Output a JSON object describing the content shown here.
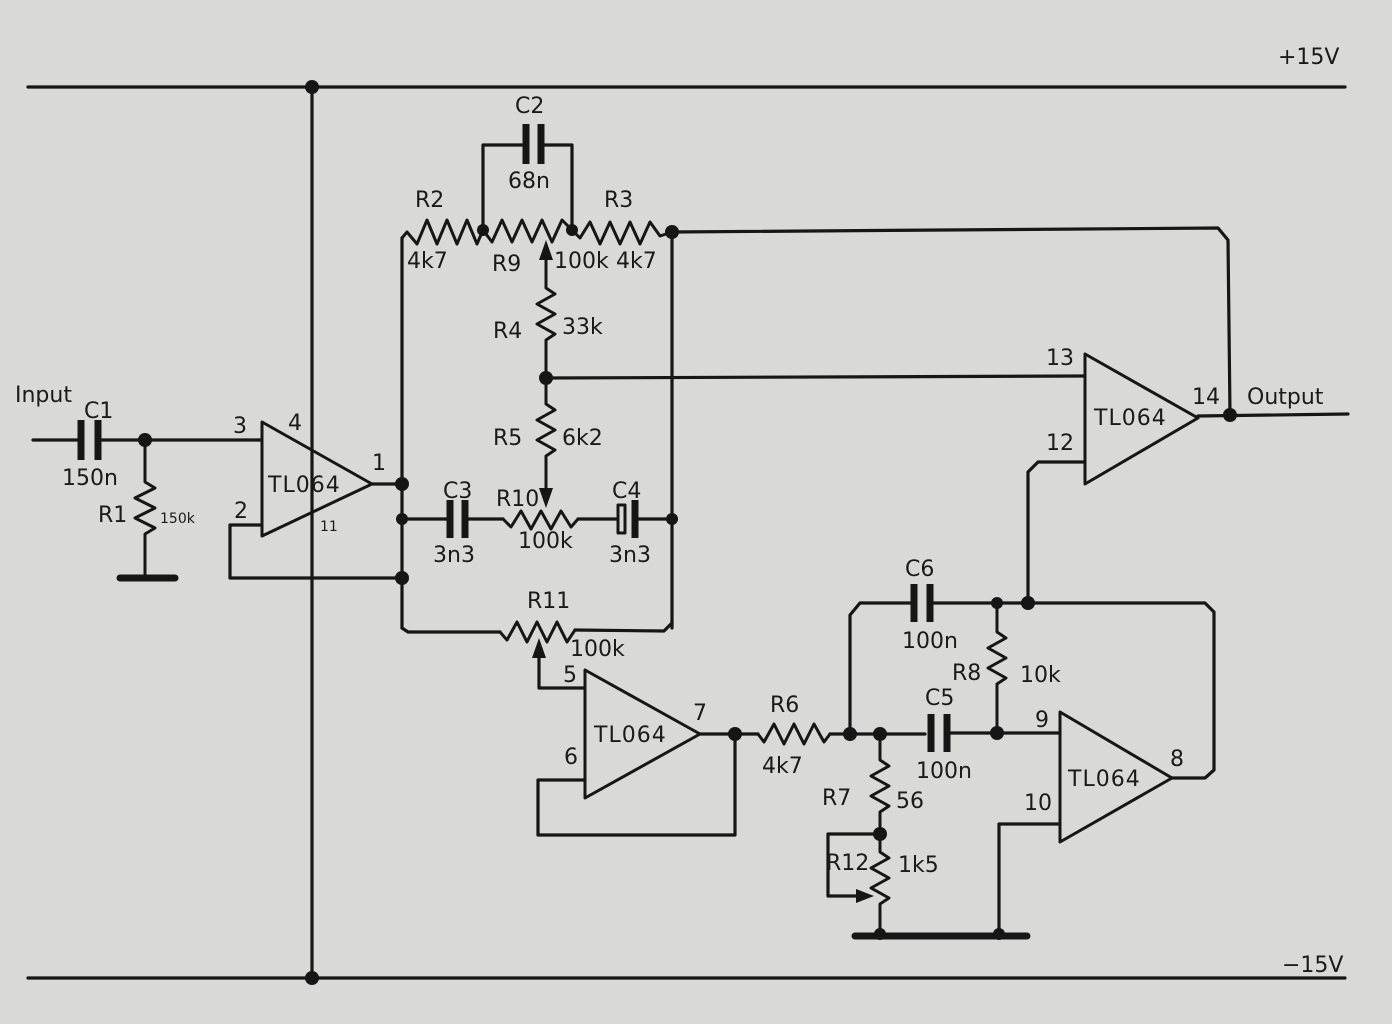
{
  "rails": {
    "positive": "+15V",
    "negative": "−15V"
  },
  "io": {
    "input": "Input",
    "output": "Output"
  },
  "opamps": [
    {
      "name": "TL064",
      "pins": {
        "in_plus": "3",
        "in_minus": "2",
        "out": "1",
        "vplus": "4",
        "vminus": "11"
      }
    },
    {
      "name": "TL064",
      "pins": {
        "in_plus": "13",
        "in_minus": "12",
        "out": "14"
      }
    },
    {
      "name": "TL064",
      "pins": {
        "in_plus": "5",
        "in_minus": "6",
        "out": "7"
      }
    },
    {
      "name": "TL064",
      "pins": {
        "in_plus": "9",
        "in_minus": "10",
        "out": "8"
      }
    }
  ],
  "components": {
    "C1": {
      "ref": "C1",
      "value": "150n"
    },
    "R1": {
      "ref": "R1",
      "value": "150k"
    },
    "R2": {
      "ref": "R2",
      "value": "4k7"
    },
    "R3": {
      "ref": "R3",
      "value": "4k7"
    },
    "R4": {
      "ref": "R4",
      "value": "33k"
    },
    "R5": {
      "ref": "R5",
      "value": "6k2"
    },
    "R6": {
      "ref": "R6",
      "value": "4k7"
    },
    "R7": {
      "ref": "R7",
      "value": "56"
    },
    "R8": {
      "ref": "R8",
      "value": "10k"
    },
    "R9": {
      "ref": "R9",
      "value": "100k"
    },
    "R10": {
      "ref": "R10",
      "value": "100k"
    },
    "R11": {
      "ref": "R11",
      "value": "100k"
    },
    "R12": {
      "ref": "R12",
      "value": "1k5"
    },
    "C2": {
      "ref": "C2",
      "value": "68n"
    },
    "C3": {
      "ref": "C3",
      "value": "3n3"
    },
    "C4": {
      "ref": "C4",
      "value": "3n3"
    },
    "C5": {
      "ref": "C5",
      "value": "100n"
    },
    "C6": {
      "ref": "C6",
      "value": "100n"
    }
  }
}
